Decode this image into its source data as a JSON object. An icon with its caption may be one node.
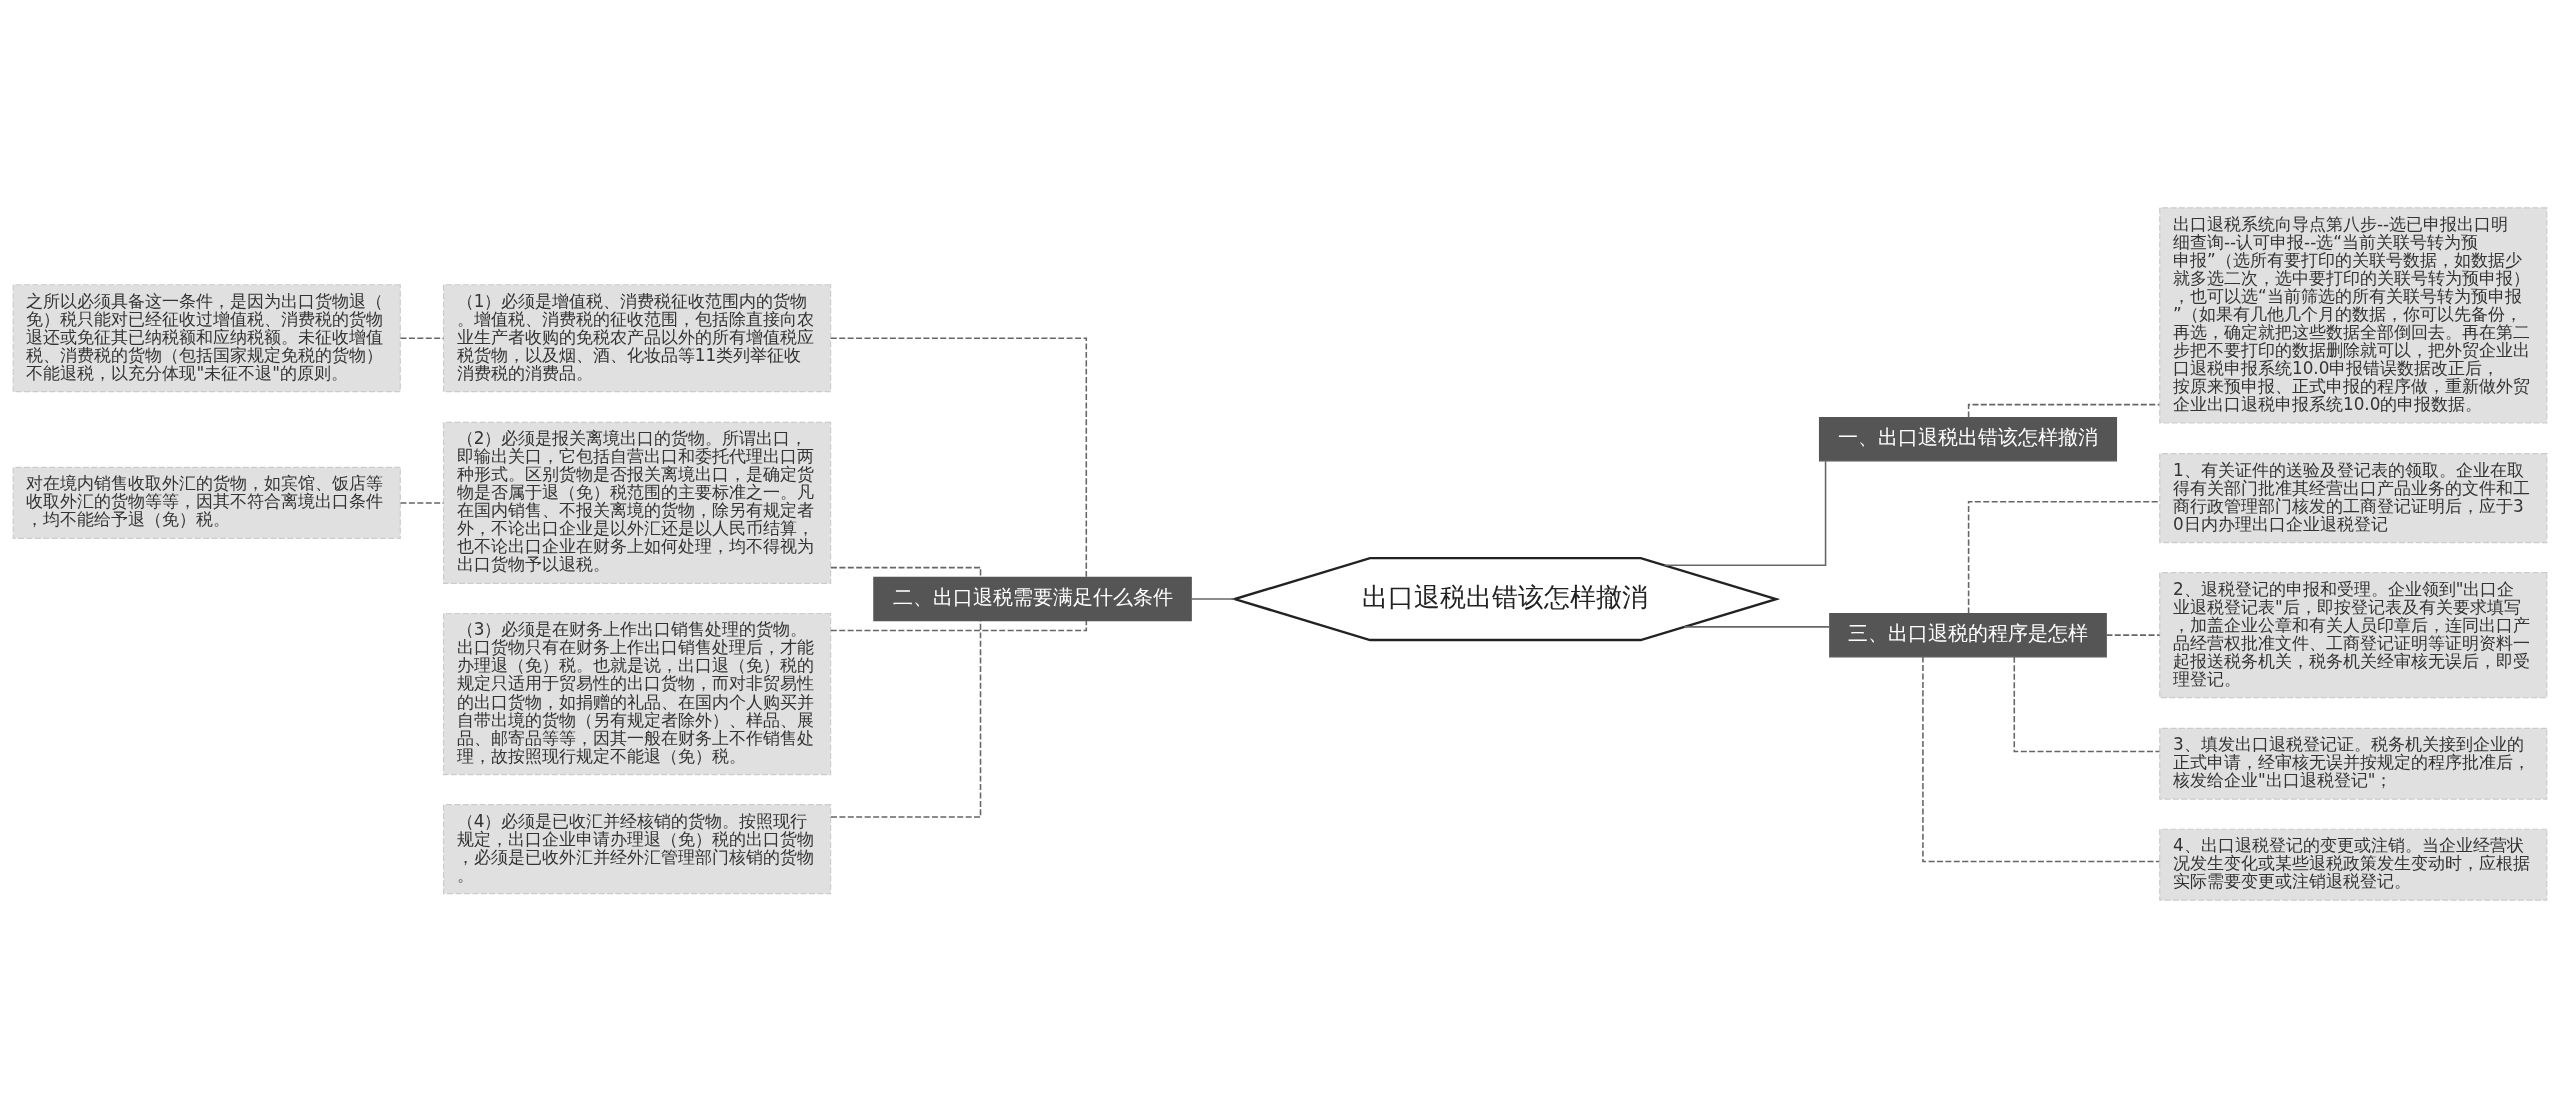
{
  "diagram": {
    "nodes": [
      {
        "text": [
          "出口退税出错该怎样撤消"
        ]
      },
      {
        "text": [
          "一、出口退税出错该怎样撤消"
        ]
      },
      {
        "text": [
          "出口退税系统向导点第八步--选已申报出口明细查询--认可申报--选“当前关联号转为预申报”（选所有要打印的关联号数据，如数据少就多选二次，选中要打印的关联号转为预申报），也可以选“当前筛选的所有关联号转为预申报”（如果有几他几个月的数据，你可以先备份，再选，确定就把这些数据全部倒回去。再在第二步把不要打印的数据删除就可以，把外贸企业出口退税申报系统10.0申报错误数据改正后，按原来预申报、正式申报的程序做，重新做外贸企业出口退税申报系统10.0的申报数据。"
        ]
      },
      {
        "text": [
          "二、出口退税需要满足什么条件"
        ]
      },
      {
        "text": [
          "（1）必须是增值税、消费税征收范围内的货物。增值税、消费税的征收范围，包括除直接向农业生产者收购的免税农产品以外的所有增值税应税货物，以及烟、酒、化妆品等11类列举征收消费税的消费品。"
        ]
      },
      {
        "text": [
          "（2）必须是报关离境出口的货物。所谓出口，即输出关口，它包括自营出口和委托代理出口两种形式。区别货物是否报关离境出口，是确定货物是否属于退（免）税范围的主要标准之一。凡在国内销售、不报关离境的货物，除另有规定者外，不论出口企业是以外汇还是以人民币结算，也不论出口企业在财务上如何处理，均不得视为出口货物予以退税。"
        ]
      },
      {
        "text": [
          "（3）必须是在财务上作出口销售处理的货物。出口货物只有在财务上作出口销售处理后，才能办理退（免）税。也就是说，出口退（免）税的规定只适用于贸易性的出口货物，而对非贸易性的出口货物，如捐赠的礼品、在国内个人购买并自带出境的货物（另有规定者除外）、样品、展品、邮寄品等等，因其一般在财务上不作销售处理，故按照现行规定不能退（免）税。"
        ]
      },
      {
        "text": [
          "（4）必须是已收汇并经核销的货物。按照现行规定，出口企业申请办理退（免）税的出口货物，必须是已收外汇并经外汇管理部门核销的货物。"
        ]
      },
      {
        "text": [
          "之所以必须具备这一条件，是因为出口货物退（免）税只能对已经征收过增值税、消费税的货物退还或免征其已纳税额和应纳税额。未征收增值税、消费税的货物（包括国家规定免税的货物）不能退税，以充分体现\"未征不退\"的原则。"
        ]
      },
      {
        "text": [
          "对在境内销售收取外汇的货物，如宾馆、饭店等收取外汇的货物等等，因其不符合离境出口条件，均不能给予退（免）税。"
        ]
      },
      {
        "text": [
          "三、出口退税的程序是怎样"
        ]
      },
      {
        "text": [
          "1、有关证件的送验及登记表的领取。企业在取得有关部门批准其经营出口产品业务的文件和工商行政管理部门核发的工商登记证明后，应于30日内办理出口企业退税登记"
        ]
      },
      {
        "text": [
          "2、退税登记的申报和受理。企业领到\"出口企业退税登记表\"后，即按登记表及有关要求填写，加盖企业公章和有关人员印章后，连同出口产品经营权批准文件、工商登记证明等证明资料一起报送税务机关，税务机关经审核无误后，即受理登记。"
        ]
      },
      {
        "text": [
          "3、填发出口退税登记证。税务机关接到企业的正式申请，经审核无误并按规定的程序批准后，核发给企业\"出口退税登记\"；"
        ]
      },
      {
        "text": [
          "4、出口退税登记的变更或注销。当企业经营状况发生变化或某些退税政策发生变动时，应根据实际需要变更或注销退税登记。"
        ]
      }
    ],
    "edges": [
      {
        "from": 0,
        "to": 1,
        "arrow": "none"
      },
      {
        "from": 1,
        "to": 2,
        "arrow": "none",
        "style": "dashed"
      },
      {
        "from": 0,
        "to": 3,
        "arrow": "none"
      },
      {
        "from": 3,
        "to": 4,
        "arrow": "none",
        "style": "dashed"
      },
      {
        "from": 3,
        "to": 5,
        "arrow": "none",
        "style": "dashed"
      },
      {
        "from": 3,
        "to": 6,
        "arrow": "none",
        "style": "dashed"
      },
      {
        "from": 3,
        "to": 7,
        "arrow": "none",
        "style": "dashed"
      },
      {
        "from": 4,
        "to": 8,
        "arrow": "none",
        "style": "dashed"
      },
      {
        "from": 5,
        "to": 9,
        "arrow": "none",
        "style": "dashed"
      },
      {
        "from": 0,
        "to": 10,
        "arrow": "none"
      },
      {
        "from": 10,
        "to": 11,
        "arrow": "none",
        "style": "dashed"
      },
      {
        "from": 10,
        "to": 12,
        "arrow": "none",
        "style": "dashed"
      },
      {
        "from": 10,
        "to": 13,
        "arrow": "none",
        "style": "dashed"
      },
      {
        "from": 10,
        "to": 14,
        "arrow": "none",
        "style": "dashed"
      }
    ]
  }
}
